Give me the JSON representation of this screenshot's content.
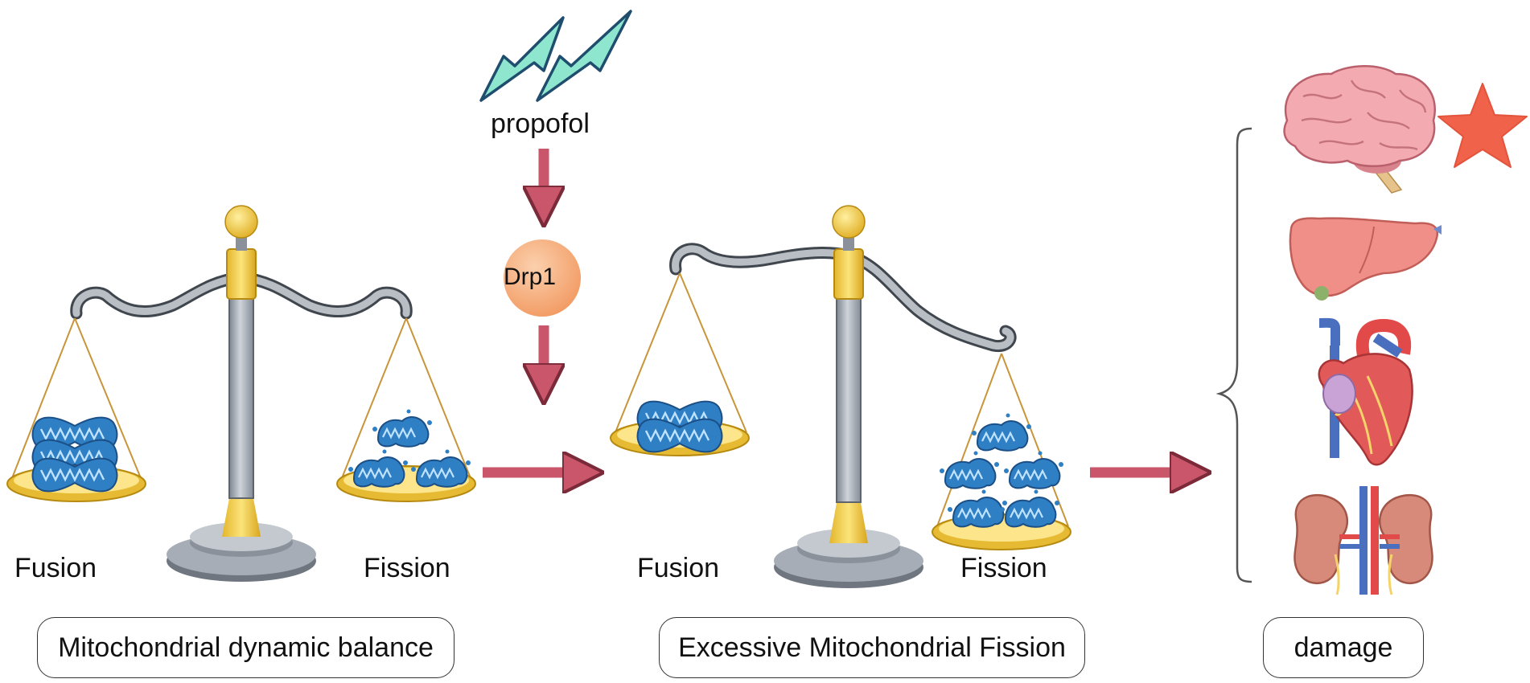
{
  "stimulus": {
    "label": "propofol",
    "icon": "lightning-icon"
  },
  "mediator": {
    "label": "Drp1"
  },
  "balanced_scale": {
    "left_label": "Fusion",
    "right_label": "Fission",
    "caption": "Mitochondrial dynamic balance"
  },
  "tilted_scale": {
    "left_label": "Fusion",
    "right_label": "Fission",
    "caption": "Excessive Mitochondrial Fission"
  },
  "outcome": {
    "caption": "damage",
    "organs": [
      "brain-icon",
      "liver-icon",
      "heart-icon",
      "kidney-icon"
    ],
    "highlight": "star-icon"
  },
  "colors": {
    "arrow": "#c9566a",
    "mito": "#2f7fc4",
    "pan": "#f2cf4a",
    "pole": "#9aa1aa",
    "star": "#f0624a",
    "drp1": "#f6b083",
    "lightning": "#8fe6cf"
  }
}
